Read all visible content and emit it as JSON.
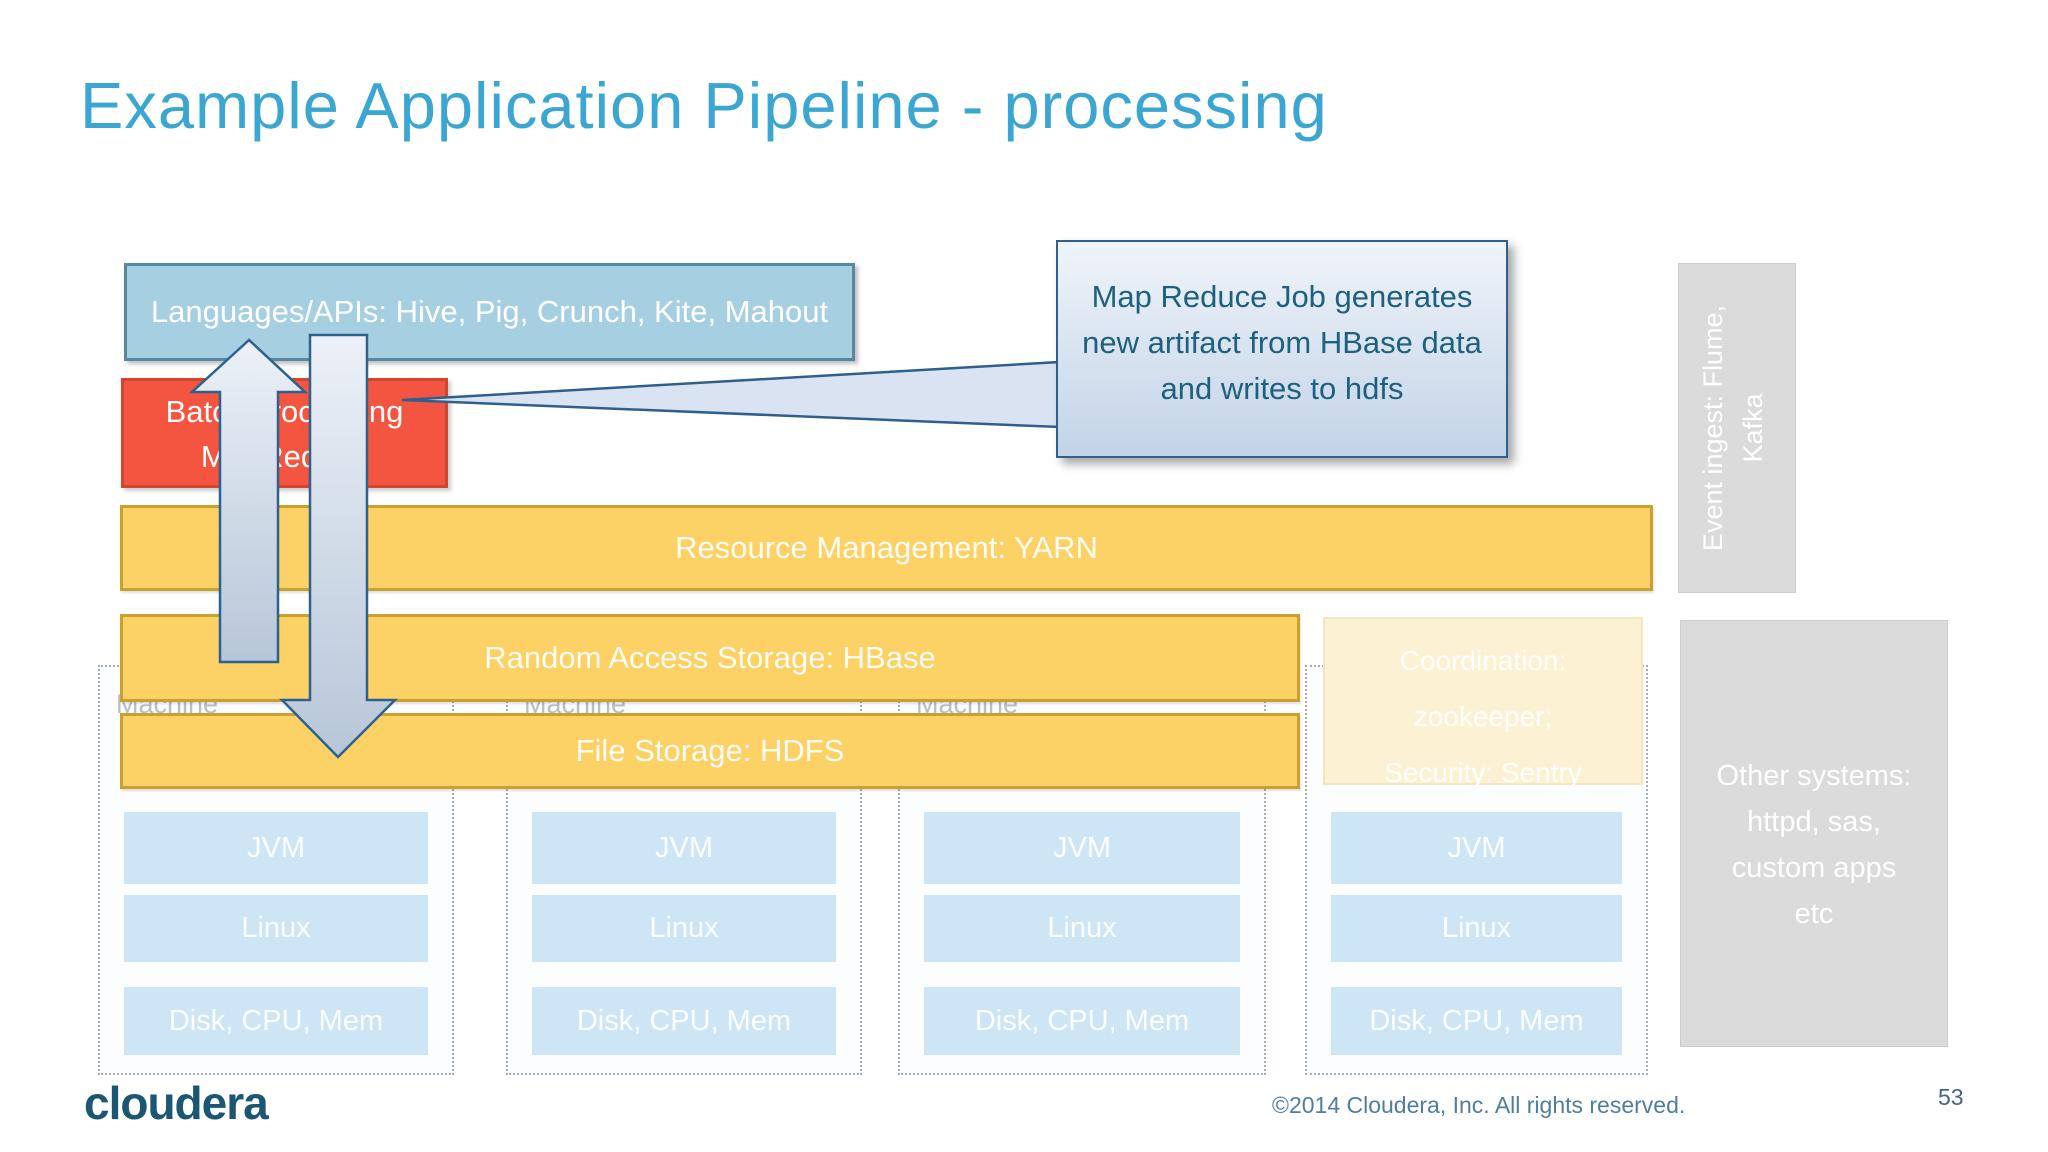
{
  "slide": {
    "title": "Example Application Pipeline - processing",
    "logo": "cloudera",
    "copyright": "©2014 Cloudera, Inc. All rights reserved.",
    "page_number": "53"
  },
  "colors": {
    "title_blue": "#3aa6d1",
    "languages_box_fill": "#a6d0e2",
    "languages_box_border": "#57889f",
    "batch_box_fill": "#f45540",
    "batch_box_border": "#d4452f",
    "bar_fill": "#fcd165",
    "bar_border": "#c8a12e",
    "machine_row_fill": "#cde5f4",
    "coordination_fill": "#fdf1d3",
    "gray_panel_fill": "#dbdbdb",
    "callout_text": "#1e607f",
    "callout_border": "#2e5f8d",
    "arrow_fill_top": "#ecf1f7",
    "arrow_fill_bottom": "#b7c6d9",
    "arrow_border": "#2d628f",
    "logo_blue": "#1b5673",
    "footer_text": "#4e7ea0"
  },
  "boxes": {
    "languages": {
      "label": "Languages/APIs: Hive, Pig, Crunch, Kite, Mahout"
    },
    "batch": {
      "line1": "Batch processing",
      "line2": "MapReduce"
    },
    "yarn": {
      "label": "Resource Management: YARN"
    },
    "hbase": {
      "label": "Random Access Storage: HBase"
    },
    "hdfs": {
      "label": "File Storage: HDFS"
    },
    "coordination": {
      "line1": "Coordination:",
      "line2": "zookeeper;",
      "line3": "Security: Sentry"
    },
    "event_ingest": {
      "line1": "Event ingest: Flume,",
      "line2": "Kafka"
    },
    "other_systems": {
      "line1": "Other systems:",
      "line2": "httpd, sas,",
      "line3": "custom apps",
      "line4": "etc"
    },
    "callout": {
      "line1": "Map Reduce Job generates",
      "line2": "new artifact from HBase data",
      "line3": "and writes to hdfs"
    }
  },
  "machines": {
    "label": "Machine",
    "rows": [
      "JVM",
      "Linux",
      "Disk, CPU, Mem"
    ]
  }
}
